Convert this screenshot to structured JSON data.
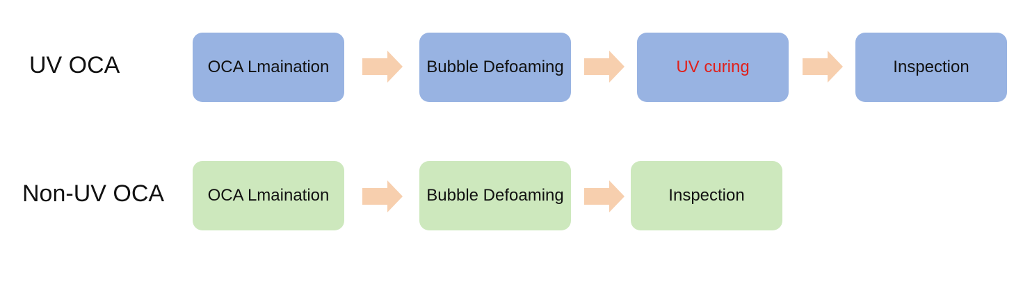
{
  "rows": [
    {
      "label": "UV OCA",
      "steps": [
        {
          "text": "OCA Lmaination",
          "color": "#111111"
        },
        {
          "text": "Bubble Defoaming",
          "color": "#111111"
        },
        {
          "text": "UV curing",
          "color": "#e0201b"
        },
        {
          "text": "Inspection",
          "color": "#111111"
        }
      ],
      "box_color": "#98b3e2"
    },
    {
      "label": "Non-UV OCA",
      "steps": [
        {
          "text": "OCA Lmaination",
          "color": "#111111"
        },
        {
          "text": "Bubble Defoaming",
          "color": "#111111"
        },
        {
          "text": "Inspection",
          "color": "#111111"
        }
      ],
      "box_color": "#cde8bd"
    }
  ],
  "arrow_color": "#f7cfae"
}
